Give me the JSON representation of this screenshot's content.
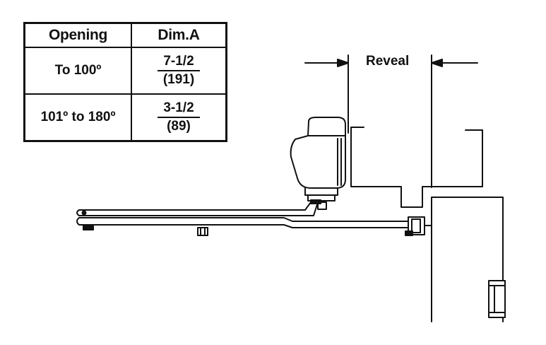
{
  "table": {
    "headers": [
      "Opening",
      "Dim.A"
    ],
    "rows": [
      {
        "opening": "To 100º",
        "dim_num": "7-1/2",
        "dim_den": "(191)"
      },
      {
        "opening": "101º to 180º",
        "dim_num": "3-1/2",
        "dim_den": "(89)"
      }
    ]
  },
  "diagram": {
    "reveal_label": "Reveal",
    "line_color": "#111111"
  }
}
